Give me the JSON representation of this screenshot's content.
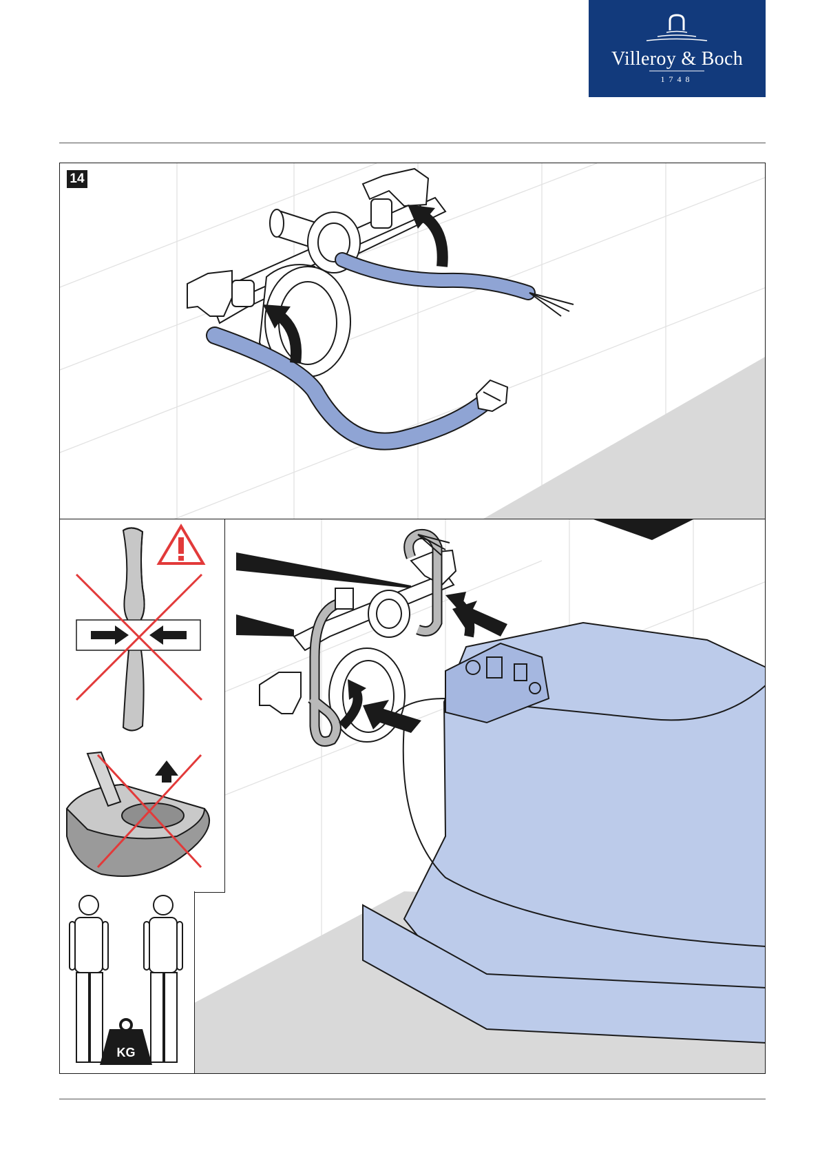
{
  "brand": {
    "name": "Villeroy & Boch",
    "year": "1748",
    "background": "#123a7c"
  },
  "step": {
    "number": "14"
  },
  "icons": {
    "warning": "warning-triangle-icon",
    "weight": "weight-kg-icon",
    "weight_label": "KG"
  },
  "colors": {
    "hose_blue": "#8fa4d4",
    "ceramic_blue": "#bccbea",
    "cross_red": "#e23a3a",
    "floor_grey": "#d9d9d9",
    "outline": "#1a1a1a"
  }
}
